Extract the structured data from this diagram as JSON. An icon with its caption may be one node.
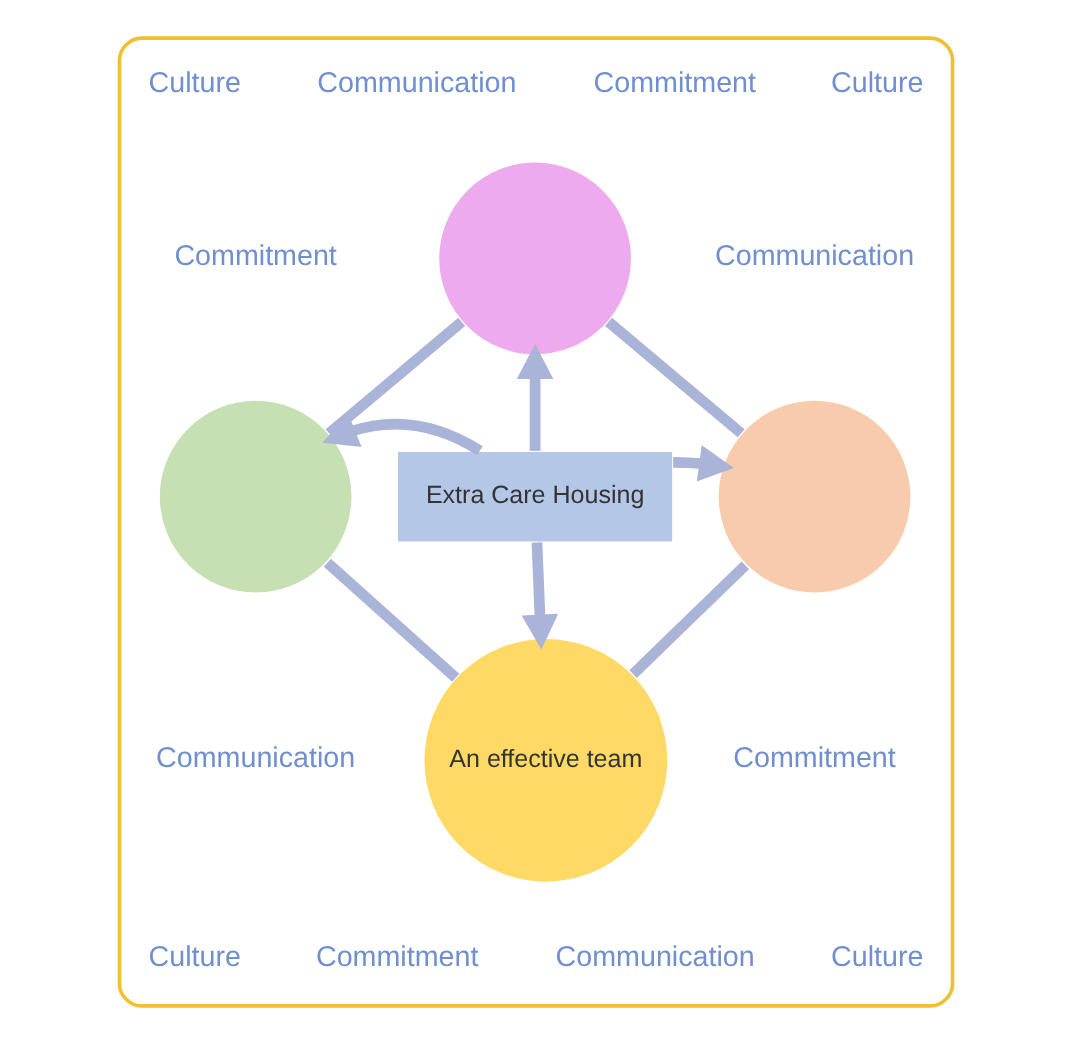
{
  "diagram": {
    "nodes": [
      {
        "text": [],
        "shape": "box"
      },
      {
        "text": [],
        "shape": "circle",
        "in": 0
      },
      {
        "text": [],
        "shape": "circle",
        "in": 0
      },
      {
        "text": [],
        "shape": "circle",
        "in": 0
      },
      {
        "text": [
          "An effective team"
        ],
        "in": 0
      },
      {
        "text": [
          "Extra Care Housing"
        ],
        "in": 0
      }
    ],
    "edges": [
      {
        "from": 1,
        "to": 3,
        "arrow": "none"
      },
      {
        "from": 3,
        "to": 4,
        "arrow": "none"
      },
      {
        "from": 4,
        "to": 2,
        "arrow": "none"
      },
      {
        "from": 2,
        "to": 1,
        "arrow": "none"
      },
      {
        "from": 5,
        "to": 1,
        "arrow": "to"
      },
      {
        "from": 5,
        "to": 3,
        "arrow": "to"
      },
      {
        "from": 5,
        "to": 4,
        "arrow": "to"
      },
      {
        "from": 5,
        "to": 2,
        "arrow": "to"
      }
    ],
    "labels": [
      "Commitment",
      "Culture",
      "Communication",
      "Commitment",
      "Culture",
      "Communication",
      "Commitment",
      "Culture",
      "Communication",
      "Commitment",
      "Culture",
      "Communication"
    ]
  }
}
